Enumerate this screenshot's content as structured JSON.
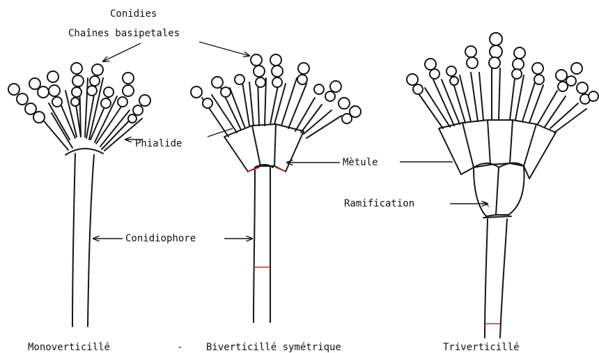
{
  "labels": {
    "conidies": "Conidies",
    "chaines": "Chaînes basipetales",
    "phialide": "Phialide",
    "metule": "Mètule",
    "ramification": "Ramification",
    "conidiophore": "Conidiophore",
    "mono": "Monoverticillé",
    "separator": "-",
    "bi": "Biverticillé symétrique",
    "tri": "Triverticillé"
  }
}
